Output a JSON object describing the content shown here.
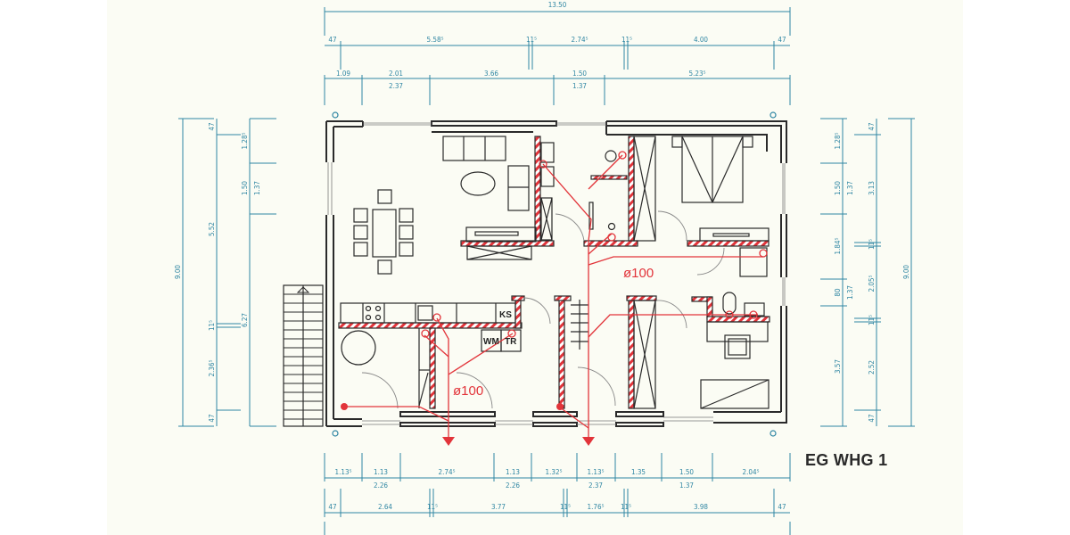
{
  "drawing": {
    "title": "EG WHG 1",
    "colors": {
      "paper": "#fbfcf4",
      "dimension": "#2f86a3",
      "wall": "#2a2a2a",
      "pipe": "#e2343a"
    }
  },
  "dimensions": {
    "top": {
      "overall": "13.50",
      "row2": [
        "47",
        "5.58⁵",
        "11⁵",
        "2.74⁵",
        "11⁵",
        "4.00",
        "47"
      ],
      "row3_upper": [
        "1.09",
        "2.01",
        "3.66",
        "1.50",
        "5.23⁵"
      ],
      "row3_lower": [
        "2.37",
        "1.37"
      ]
    },
    "bottom": {
      "row1_upper": [
        "1.13⁵",
        "1.13",
        "2.74⁵",
        "1.13",
        "1.32⁵",
        "1.13⁵",
        "1.35",
        "1.50",
        "2.04⁵"
      ],
      "row1_lower": [
        "2.26",
        "2.26",
        "2.37",
        "1.37"
      ],
      "row2": [
        "47",
        "2.64",
        "11⁵",
        "3.77",
        "11⁵",
        "1.76⁵",
        "11⁵",
        "3.98",
        "47"
      ]
    },
    "left": {
      "overall": "9.00",
      "inner": [
        "47",
        "5.52",
        "11⁵",
        "2.36⁵",
        "47"
      ],
      "openings_upper": [
        "1.28⁵",
        "1.50"
      ],
      "openings_lower": [
        "1.37",
        "6.27"
      ]
    },
    "right": {
      "overall": "9.00",
      "openings_upper": [
        "1.28⁵",
        "1.50",
        "1.84⁵",
        "80",
        "3.57"
      ],
      "openings_lower": [
        "1.37",
        "1.37"
      ],
      "inner": [
        "47",
        "3.13",
        "11⁵",
        "2.05⁵",
        "11⁵",
        "2.52",
        "47"
      ]
    }
  },
  "annotations": {
    "pipe_upper": "ø100",
    "pipe_lower": "ø100",
    "fridge": "KS",
    "washer": "WM",
    "dryer": "TR"
  }
}
